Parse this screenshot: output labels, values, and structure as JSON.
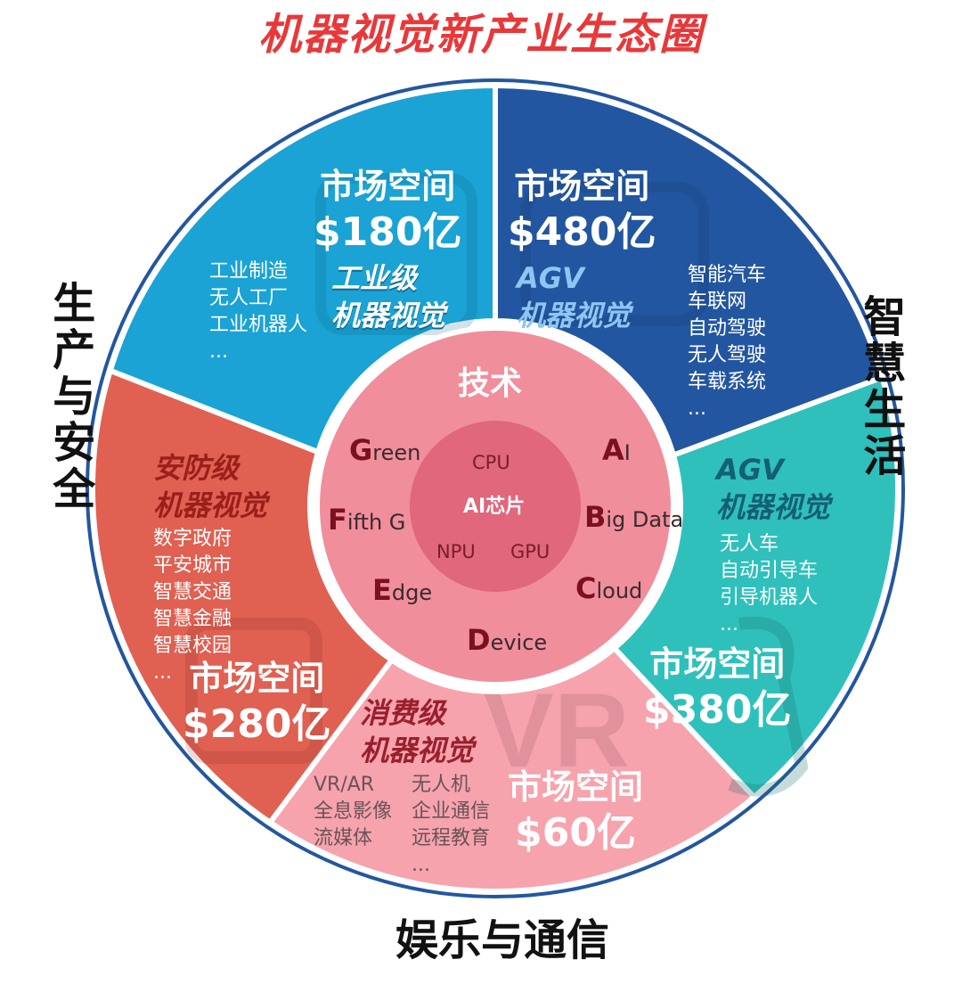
{
  "title": "机器视觉新产业生态圈",
  "sides": {
    "left": "生产与安全",
    "right": "智慧生活",
    "bottom": "娱乐与通信"
  },
  "segments": {
    "industrial": {
      "market_label": "市场空间",
      "market_value": "$180亿",
      "category": [
        "工业级",
        "机器视觉"
      ],
      "items": [
        "工业制造",
        "无人工厂",
        "工业机器人",
        "..."
      ],
      "color": "#1aa3d4"
    },
    "agv_top": {
      "market_label": "市场空间",
      "market_value": "$480亿",
      "category": [
        "AGV",
        "机器视觉"
      ],
      "items": [
        "智能汽车",
        "车联网",
        "自动驾驶",
        "无人驾驶",
        "车载系统",
        "..."
      ],
      "color": "#2356a0"
    },
    "security": {
      "market_label": "市场空间",
      "market_value": "$280亿",
      "category": [
        "安防级",
        "机器视觉"
      ],
      "items": [
        "数字政府",
        "平安城市",
        "智慧交通",
        "智慧金融",
        "智慧校园",
        "..."
      ],
      "color": "#e06052"
    },
    "agv_right": {
      "market_label": "市场空间",
      "market_value": "$380亿",
      "category": [
        "AGV",
        "机器视觉"
      ],
      "items": [
        "无人车",
        "自动引导车",
        "引导机器人",
        "..."
      ],
      "color": "#2fc0bc"
    },
    "consumer": {
      "market_label": "市场空间",
      "market_value": "$60亿",
      "category": [
        "消费级",
        "机器视觉"
      ],
      "watermark": "VR",
      "items_col1": [
        "VR/AR",
        "全息影像",
        "流媒体"
      ],
      "items_col2": [
        "无人机",
        "企业通信",
        "远程教育",
        "..."
      ],
      "color": "#f6a3ad"
    }
  },
  "tech": {
    "title": "技术",
    "items": {
      "green": {
        "cap": "G",
        "rest": "reen"
      },
      "ai": {
        "cap": "A",
        "rest": "I"
      },
      "fifth": {
        "cap": "F",
        "rest": "ifth G"
      },
      "bigdata": {
        "cap": "B",
        "rest": "ig Data"
      },
      "edge": {
        "cap": "E",
        "rest": "dge"
      },
      "cloud": {
        "cap": "C",
        "rest": "loud"
      },
      "device": {
        "cap": "D",
        "rest": "evice"
      }
    }
  },
  "core": {
    "title": "AI芯片",
    "cpu": "CPU",
    "npu": "NPU",
    "gpu": "GPU"
  },
  "colors": {
    "title": "#e8383a",
    "ring": "#f08e9c",
    "core": "#e0677c",
    "divider": "#ffffff"
  }
}
